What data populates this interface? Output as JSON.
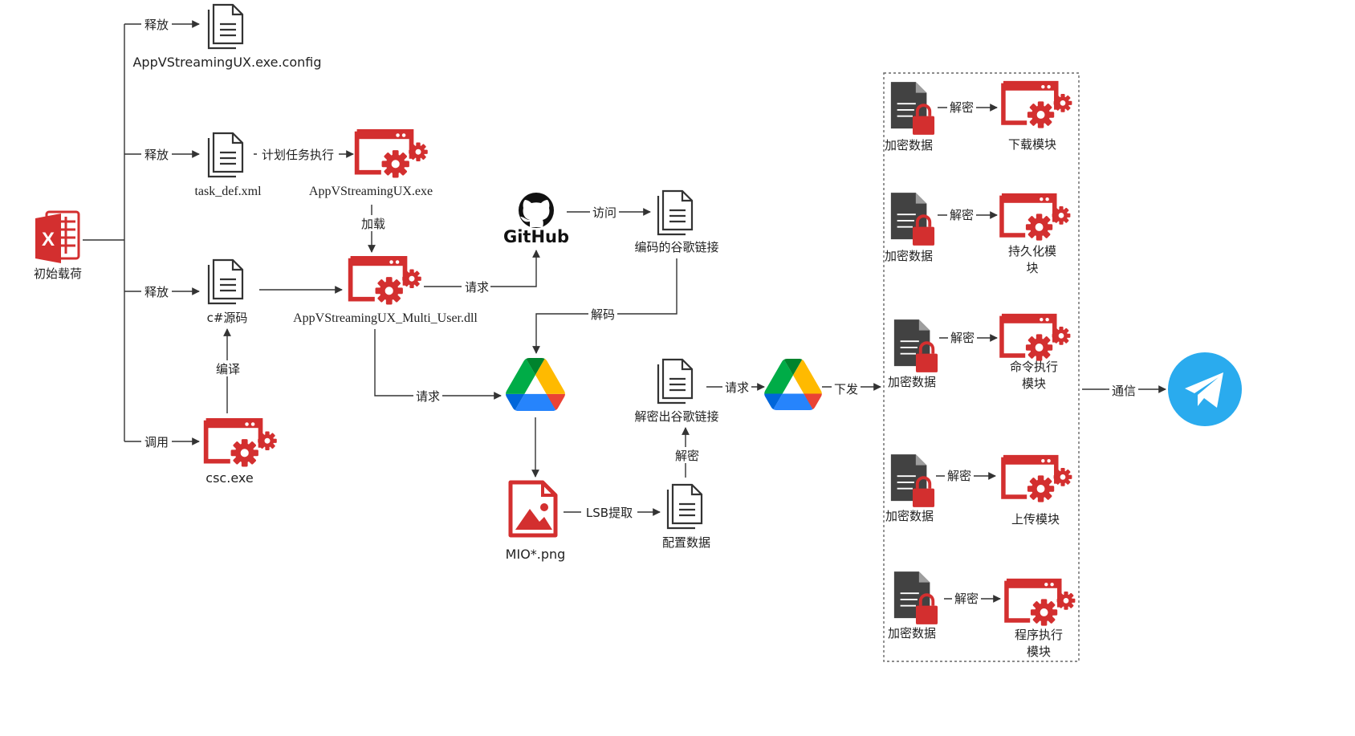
{
  "colors": {
    "accent": "#D32F2F",
    "dark": "#424242",
    "line": "#333333",
    "telegram": "#2AABEE"
  },
  "nodes": {
    "payload": "初始载荷",
    "config": "AppVStreamingUX.exe.config",
    "taskdef": "task_def.xml",
    "exe": "AppVStreamingUX.exe",
    "source": "c#源码",
    "dll": "AppVStreamingUX_Multi_User.dll",
    "csc": "csc.exe",
    "github": "GitHub",
    "encoded_link": "编码的谷歌链接",
    "decrypted_link": "解密出谷歌链接",
    "png": "MIO*.png",
    "config_data": "配置数据"
  },
  "edges": {
    "release1": "释放",
    "release2": "释放",
    "release3": "释放",
    "invoke": "调用",
    "sched": "计划任务执行",
    "load": "加载",
    "compile": "编译",
    "request1": "请求",
    "visit": "访问",
    "decode": "解码",
    "request2": "请求",
    "lsb": "LSB提取",
    "decrypt_up": "解密",
    "request3": "请求",
    "deliver": "下发",
    "comm": "通信"
  },
  "modules": [
    {
      "data": "加密数据",
      "op": "解密",
      "name": [
        "下载模块"
      ]
    },
    {
      "data": "加密数据",
      "op": "解密",
      "name": [
        "持久化模",
        "块"
      ]
    },
    {
      "data": "加密数据",
      "op": "解密",
      "name": [
        "命令执行",
        "模块"
      ]
    },
    {
      "data": "加密数据",
      "op": "解密",
      "name": [
        "上传模块"
      ]
    },
    {
      "data": "加密数据",
      "op": "解密",
      "name": [
        "程序执行",
        "模块"
      ]
    }
  ]
}
